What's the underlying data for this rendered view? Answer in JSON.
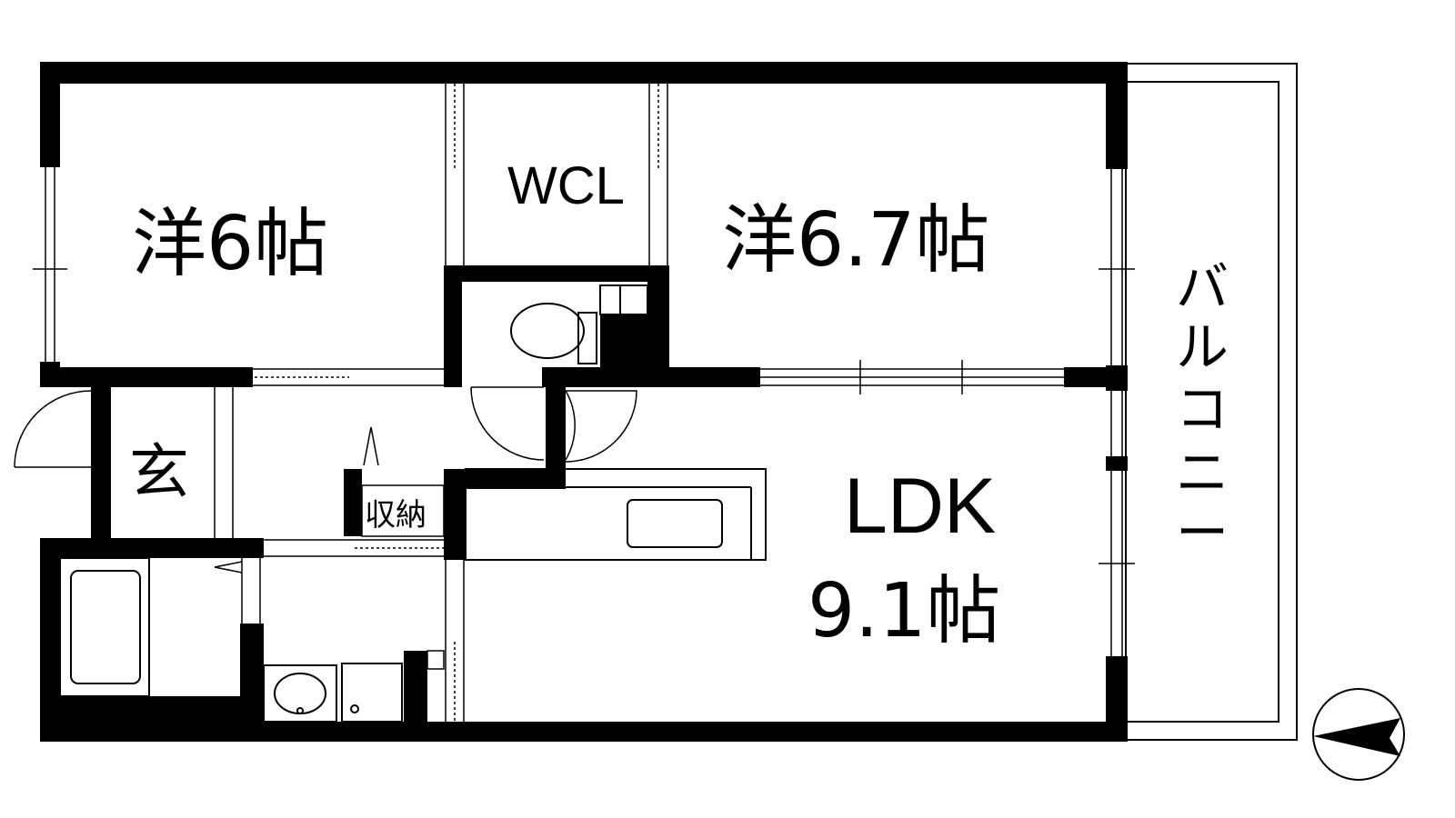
{
  "rooms": {
    "western_room_1": "洋6帖",
    "walk_in_closet": "WCL",
    "western_room_2": "洋6.7帖",
    "entrance": "玄",
    "storage": "収納",
    "ldk_name": "LDK",
    "ldk_size": "9.1帖",
    "balcony": [
      "バ",
      "ル",
      "コ",
      "ニ",
      "ー"
    ]
  },
  "colors": {
    "wall": "#000000",
    "background": "#ffffff",
    "line": "#000000"
  },
  "icons": {
    "compass": "north-arrow-icon",
    "toilet": "toilet-icon",
    "bathtub": "bathtub-icon",
    "washbasin": "washbasin-icon",
    "washer": "washing-machine-icon",
    "sink": "kitchen-sink-icon"
  }
}
